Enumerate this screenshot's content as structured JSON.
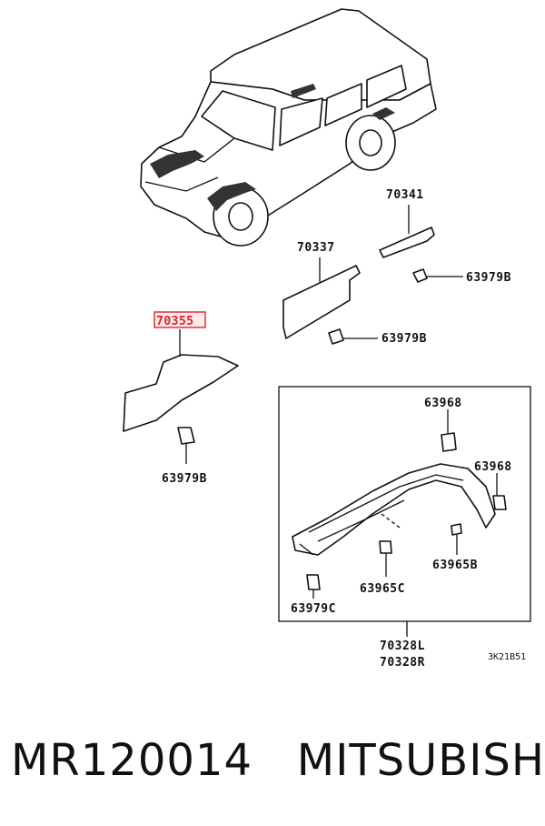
{
  "parts": {
    "highlighted": "70355",
    "p70341": "70341",
    "p70337": "70337",
    "p63979b_a": "63979B",
    "p63979b_b": "63979B",
    "p63979b_c": "63979B",
    "p63968_a": "63968",
    "p63968_b": "63968",
    "p63965b": "63965B",
    "p63965c": "63965C",
    "p63979c": "63979C",
    "p70328l": "70328L",
    "p70328r": "70328R"
  },
  "diagram_code": "3K21B51",
  "footer": {
    "part_number": "MR120014",
    "brand": "MITSUBISHI"
  },
  "colors": {
    "highlight": "#e0323c"
  }
}
